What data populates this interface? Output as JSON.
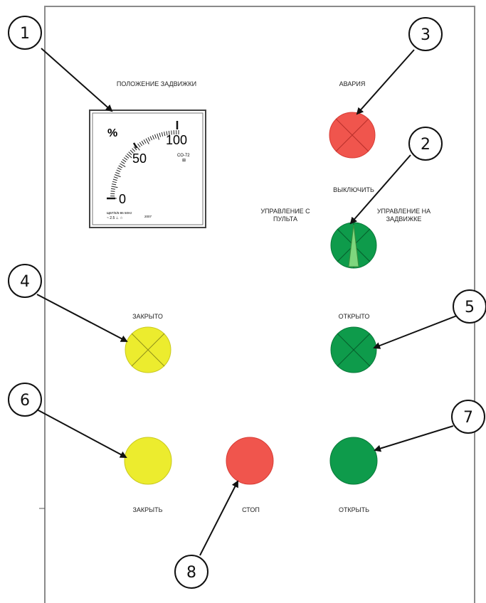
{
  "panel": {
    "labels": {
      "valve_position": "ПОЛОЖЕНИЕ ЗАДВИЖКИ",
      "alarm": "АВАРИЯ",
      "off": "ВЫКЛЮЧИТЬ",
      "remote_control": "УПРАВЛЕНИЕ С ПУЛЬТА",
      "local_control": "УПРАВЛЕНИЕ НА ЗАДВИЖКЕ",
      "closed": "ЗАКРЫТО",
      "opened": "ОТКРЫТО",
      "close": "ЗАКРЫТЬ",
      "stop": "СТОП",
      "open": "ОТКРЫТЬ"
    },
    "gauge": {
      "unit": "%",
      "scale_max": "100",
      "scale_mid": "50",
      "scale_min": "0",
      "model": "СО-72",
      "model_sub": "⊞",
      "spec_line1": "ЩБТ/5/5-86  50Hz",
      "spec_line2": "~ 2.5 ⊥ ☆",
      "year": "2007"
    },
    "colors": {
      "red": "#f0554d",
      "green": "#0e9b4b",
      "yellow": "#ecec2e",
      "pointer": "#7ed67e"
    }
  },
  "callouts": [
    "1",
    "2",
    "3",
    "4",
    "5",
    "6",
    "7",
    "8"
  ]
}
